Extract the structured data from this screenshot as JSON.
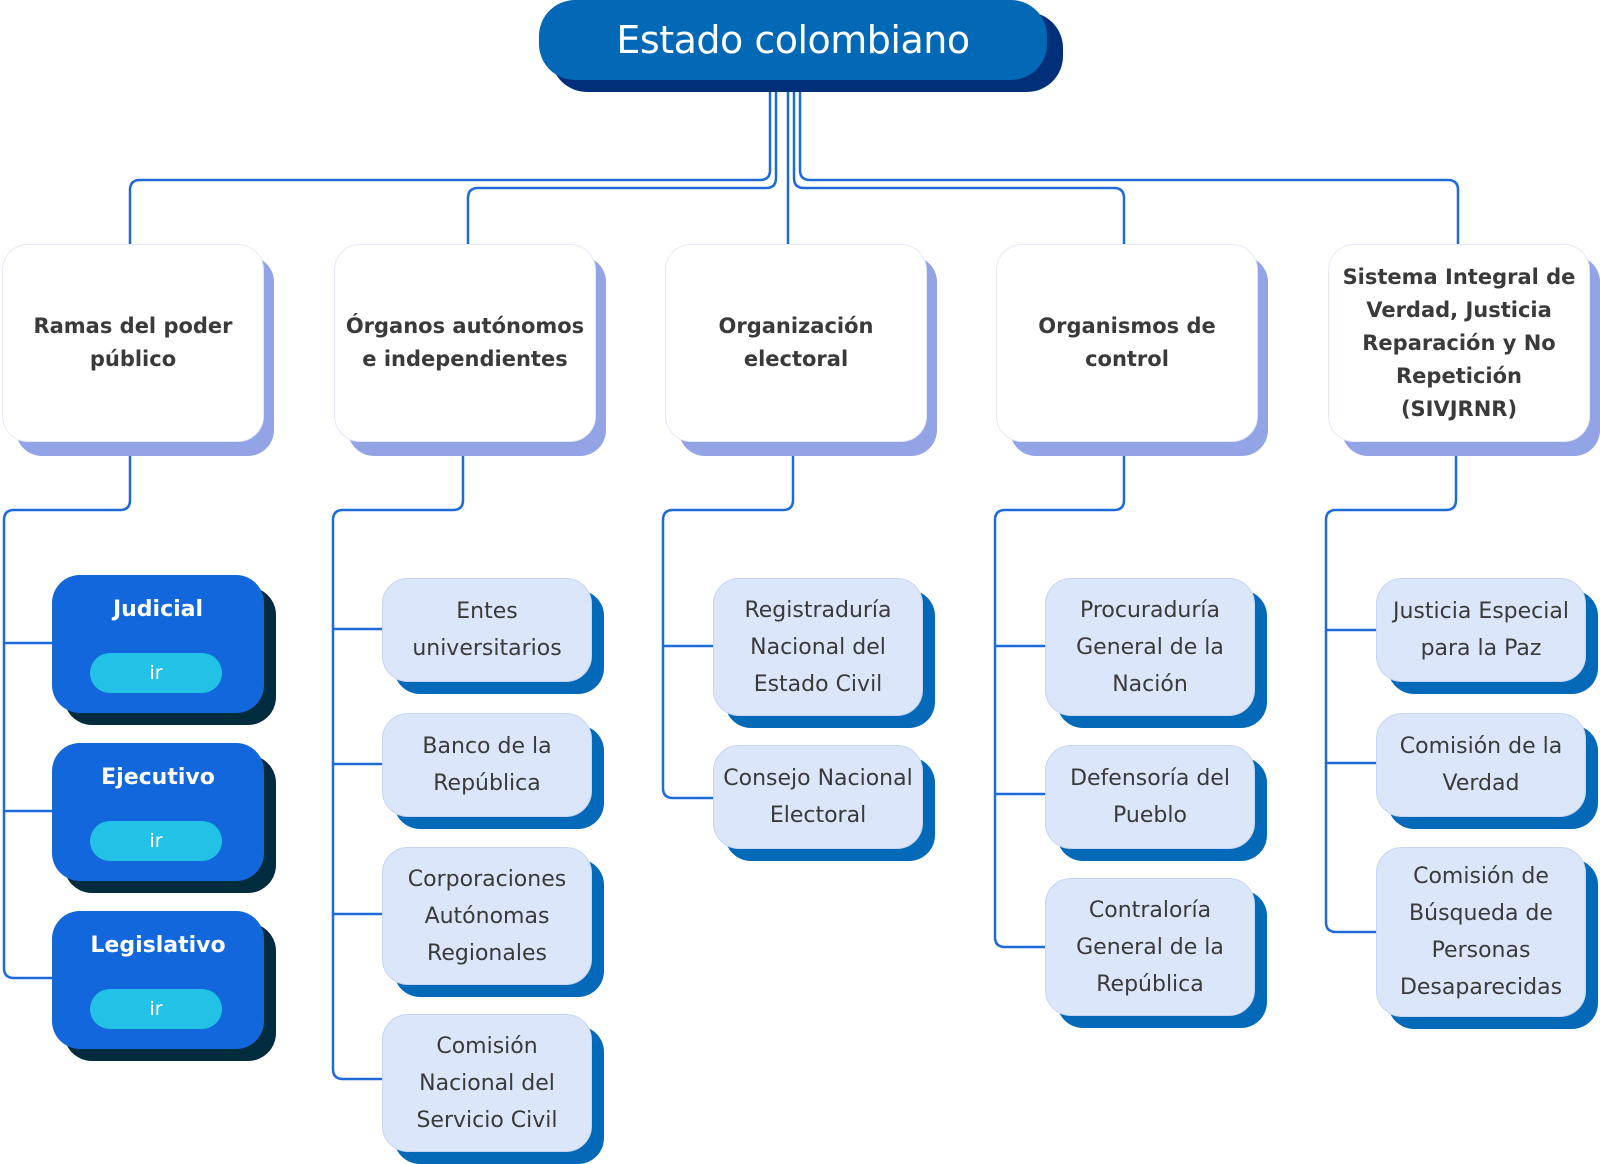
{
  "root": {
    "title": "Estado colombiano"
  },
  "colors": {
    "root_face": "#0369b7",
    "root_shadow": "#012f7a",
    "connector": "#1d6ad8",
    "category_shadow": "#93a4e6",
    "subitem_face": "#dbe6fb",
    "subitem_shadow": "#0469b8",
    "branch_face": "#1167db",
    "branch_shadow": "#012c3e",
    "go_button": "#22c2e6"
  },
  "categories": [
    {
      "label": "Ramas del poder público",
      "branches": [
        {
          "name": "Judicial",
          "button": "ir"
        },
        {
          "name": "Ejecutivo",
          "button": "ir"
        },
        {
          "name": "Legislativo",
          "button": "ir"
        }
      ]
    },
    {
      "label": "Órganos autónomos e independientes",
      "items": [
        "Entes universitarios",
        "Banco de la República",
        "Corporaciones Autónomas Regionales",
        "Comisión Nacional del Servicio Civil"
      ]
    },
    {
      "label": "Organización electoral",
      "items": [
        "Registraduría Nacional del Estado Civil",
        "Consejo Nacional Electoral"
      ]
    },
    {
      "label": "Organismos de control",
      "items": [
        "Procuraduría General de la Nación",
        "Defensoría del Pueblo",
        "Contraloría General de la República"
      ]
    },
    {
      "label": "Sistema Integral de Verdad, Justicia Reparación y No Repetición (SIVJRNR)",
      "items": [
        "Justicia Especial para la Paz",
        "Comisión de la Verdad",
        "Comisión de Búsqueda de Personas Desaparecidas"
      ]
    }
  ]
}
